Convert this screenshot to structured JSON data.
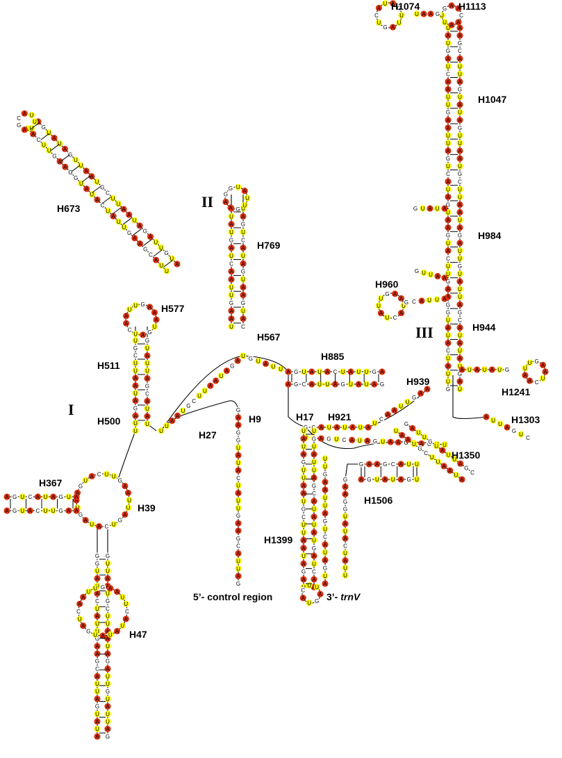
{
  "domains": [
    "I",
    "II",
    "III"
  ],
  "helices": [
    "H1074",
    "H1113",
    "H1047",
    "H673",
    "H769",
    "H984",
    "H960",
    "H577",
    "H944",
    "H567",
    "H511",
    "H885",
    "H1241",
    "H939",
    "H500",
    "H27",
    "H9",
    "H17",
    "H921",
    "H1303",
    "H1350",
    "H367",
    "H39",
    "H1506",
    "H1399",
    "H47"
  ],
  "termini": {
    "five_prime_prefix": "5’- control region",
    "three_prime_prefix": "3’- ",
    "three_prime_gene": "trnV"
  },
  "legend_colors": {
    "yellow_U": "#ffff00",
    "red_A": "#dd3311",
    "unfilled": "#ffffff"
  }
}
